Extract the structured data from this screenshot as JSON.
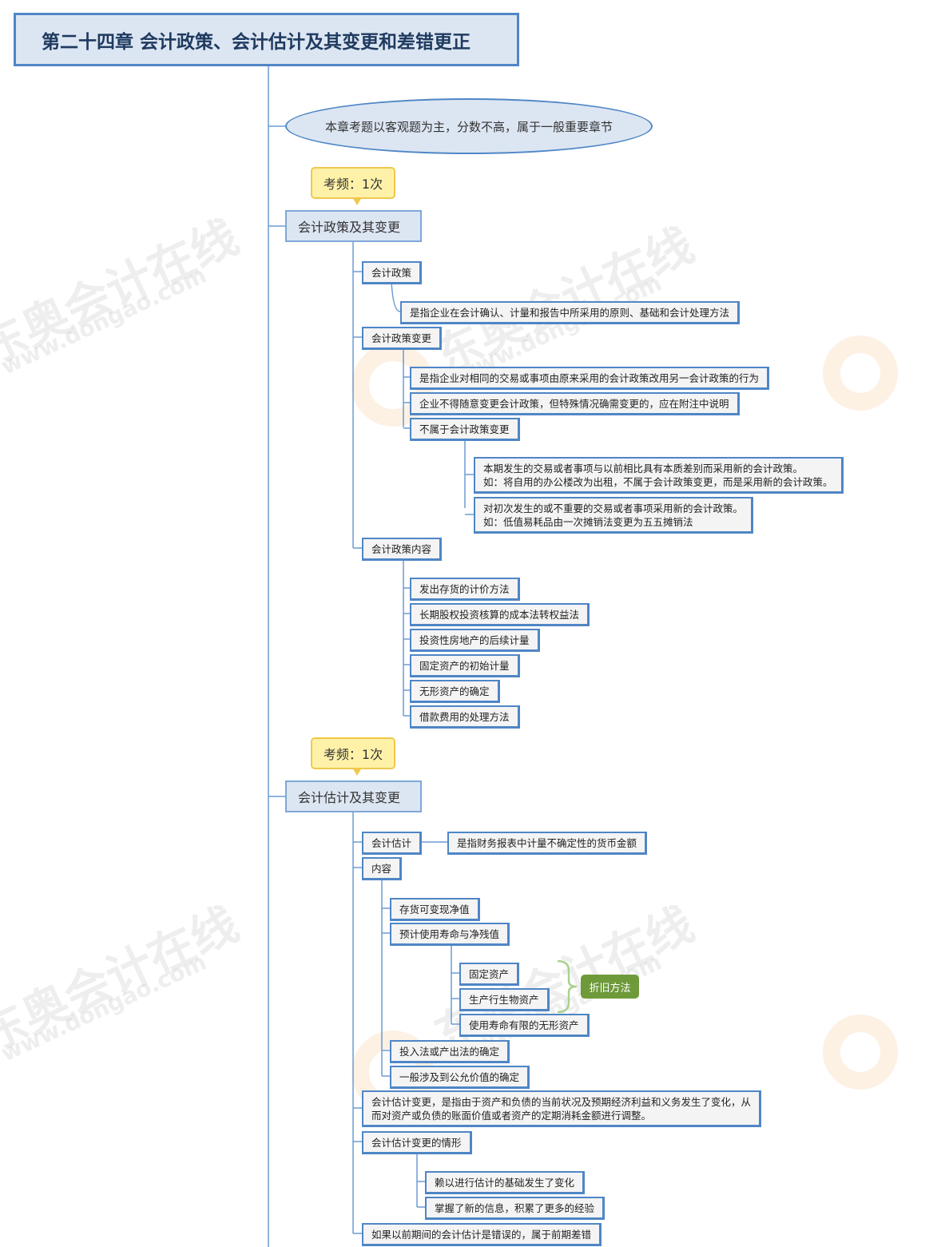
{
  "title": "第二十四章  会计政策、会计估计及其变更和差错更正",
  "summary": "本章考题以客观题为主，分数不高，属于一般重要章节",
  "watermark": {
    "text": "东奥会计在线",
    "url": "www.dongao.com"
  },
  "section1": {
    "freq": "考频：1次",
    "label": "会计政策及其变更",
    "policy": {
      "label": "会计政策",
      "def": "是指企业在会计确认、计量和报告中所采用的原则、基础和会计处理方法"
    },
    "change": {
      "label": "会计政策变更",
      "def": "是指企业对相同的交易或事项由原来采用的会计政策改用另一会计政策的行为",
      "note": "企业不得随意变更会计政策，但特殊情况确需变更的，应在附注中说明",
      "not_change": {
        "label": "不属于会计政策变更",
        "items": [
          {
            "line1": "本期发生的交易或者事项与以前相比具有本质差别而采用新的会计政策。",
            "line2": "如：将自用的办公楼改为出租，不属于会计政策变更，而是采用新的会计政策。"
          },
          {
            "line1": "对初次发生的或不重要的交易或者事项采用新的会计政策。",
            "line2": "如：低值易耗品由一次摊销法变更为五五摊销法"
          }
        ]
      }
    },
    "content": {
      "label": "会计政策内容",
      "items": [
        "发出存货的计价方法",
        "长期股权投资核算的成本法转权益法",
        "投资性房地产的后续计量",
        "固定资产的初始计量",
        "无形资产的确定",
        "借款费用的处理方法"
      ]
    }
  },
  "section2": {
    "freq": "考频：1次",
    "label": "会计估计及其变更",
    "estimate": {
      "label": "会计估计",
      "def": "是指财务报表中计量不确定性的货币金额"
    },
    "content": {
      "label": "内容",
      "items": [
        "存货可变现净值",
        "预计使用寿命与净残值",
        "投入法或产出法的确定",
        "一般涉及到公允价值的确定"
      ],
      "life_items": [
        "固定资产",
        "生产行生物资产",
        "使用寿命有限的无形资产"
      ],
      "depreciation_tag": "折旧方法"
    },
    "change_def": {
      "line1": "会计估计变更，是指由于资产和负债的当前状况及预期经济利益和义务发生了变化，从",
      "line2": "而对资产或负债的账面价值或者资产的定期消耗金额进行调整。"
    },
    "cases": {
      "label": "会计估计变更的情形",
      "items": [
        "赖以进行估计的基础发生了变化",
        "掌握了新的信息，积累了更多的经验"
      ]
    },
    "prior_error": "如果以前期间的会计估计是错误的，属于前期差错"
  },
  "colors": {
    "border": "#4f86c6",
    "fill": "#dce6f2",
    "line": "#6c9bd2",
    "callout": "#fff2a8",
    "tag": "#6f9a3a",
    "brace": "#a9d18e"
  }
}
